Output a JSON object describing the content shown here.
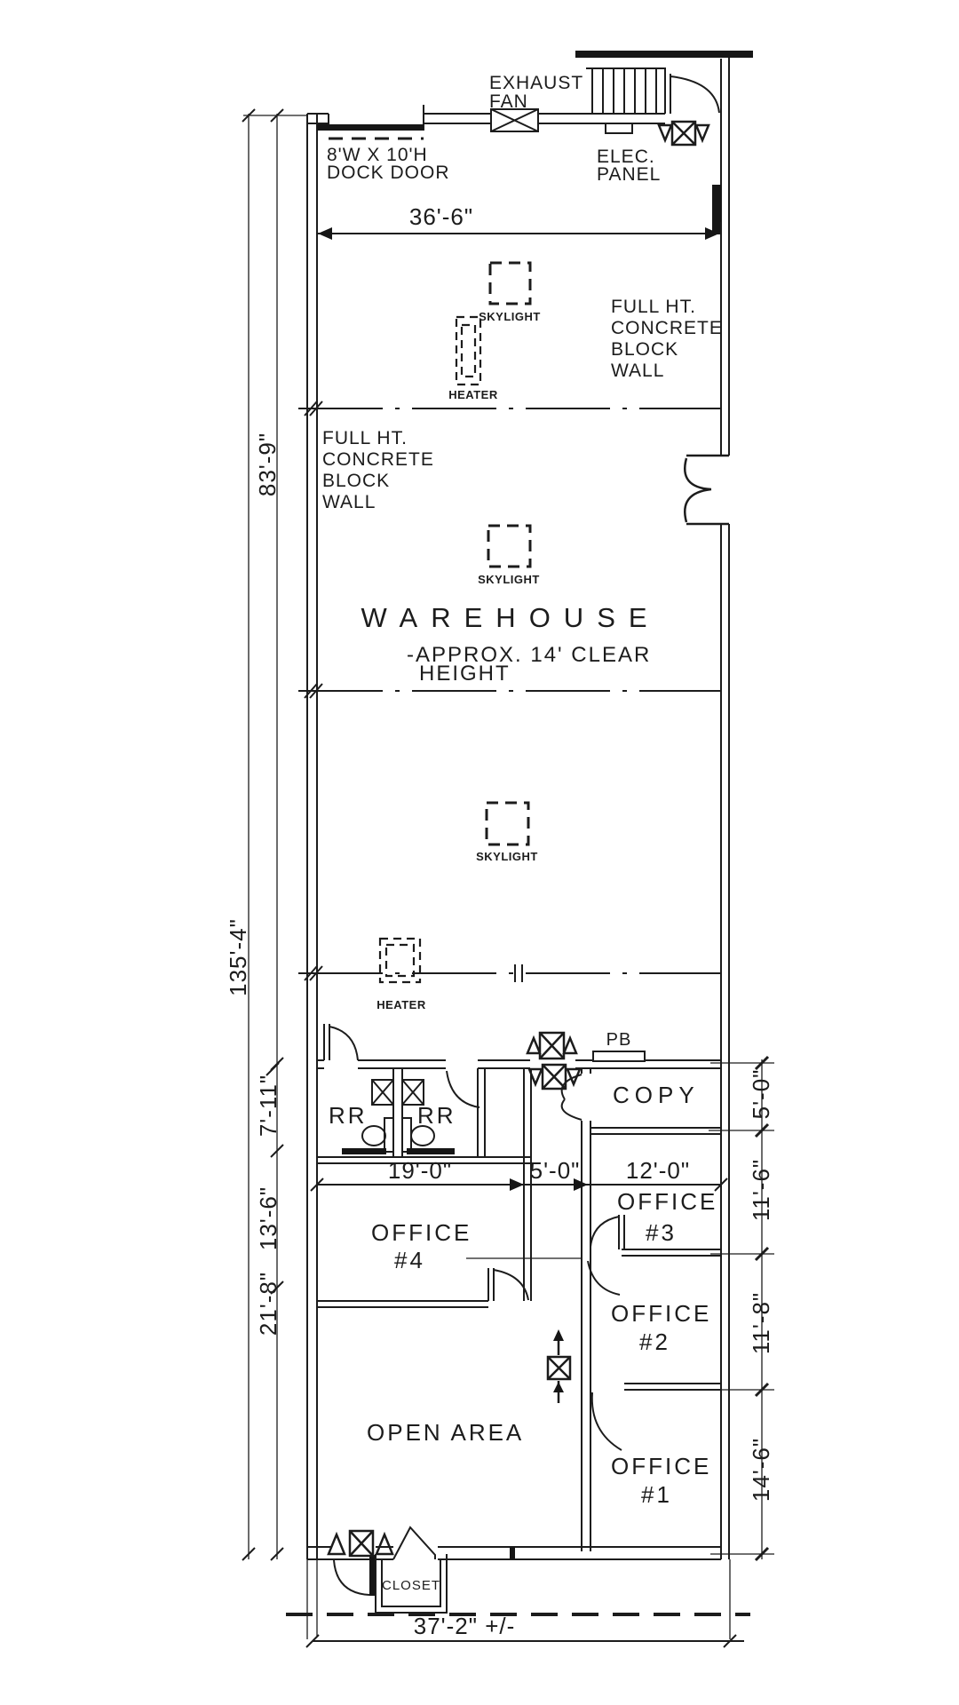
{
  "plan": {
    "rooms": {
      "warehouse": "WAREHOUSE",
      "warehouse_note1": "-APPROX. 14' CLEAR",
      "warehouse_note2": "HEIGHT",
      "copy": "COPY",
      "rr": "RR",
      "open_area": "OPEN AREA",
      "closet": "CLOSET",
      "office4": {
        "name": "OFFICE",
        "num": "#4"
      },
      "office3": {
        "name": "OFFICE",
        "num": "#3"
      },
      "office2": {
        "name": "OFFICE",
        "num": "#2"
      },
      "office1": {
        "name": "OFFICE",
        "num": "#1"
      }
    },
    "labels": {
      "exhaust1": "EXHAUST",
      "exhaust2": "FAN",
      "dock1": "8'W X 10'H",
      "dock2": "DOCK DOOR",
      "elec1": "ELEC.",
      "elec2": "PANEL",
      "pb": "PB",
      "skylight": "SKYLIGHT",
      "heater": "HEATER",
      "wall1": "FULL HT.",
      "wall2": "CONCRETE",
      "wall3": "BLOCK",
      "wall4": "WALL"
    },
    "dims": {
      "top": "36'-6\"",
      "total_h": "135'-4\"",
      "wh_h": "83'-9\"",
      "rr_h": "7'-11\"",
      "o4_h": "13'-6\"",
      "open_h": "21'-8\"",
      "w19": "19'-0\"",
      "w5": "5'-0\"",
      "w12": "12'-0\"",
      "copy_h": "5'-0\"",
      "o3_h": "11'-6\"",
      "o2_h": "11'-8\"",
      "o1_h": "14'-6\"",
      "bottom": "37'-2\" +/-"
    }
  }
}
